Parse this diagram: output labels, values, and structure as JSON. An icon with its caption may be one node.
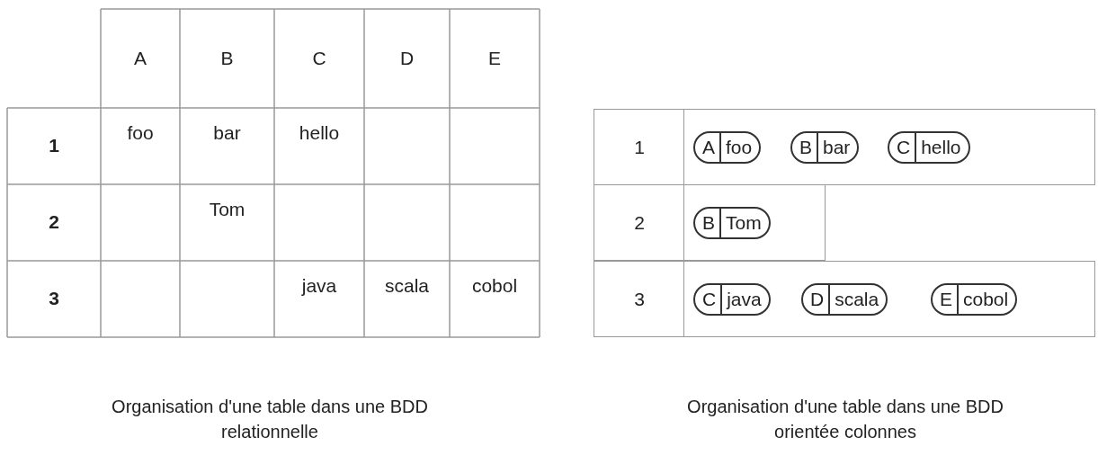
{
  "diagram": {
    "nodes": [
      {
        "text": [
          "1"
        ]
      },
      {
        "text": [
          "A",
          "foo"
        ],
        "in": 0
      },
      {
        "text": [
          "B",
          "bar"
        ],
        "in": 0
      },
      {
        "text": [
          "C",
          "hello"
        ],
        "in": 0
      },
      {
        "text": [
          "2"
        ]
      },
      {
        "text": [
          "B",
          "Tom"
        ],
        "in": 4
      },
      {
        "text": [
          "3"
        ]
      },
      {
        "text": [
          "C",
          "java"
        ],
        "in": 6
      },
      {
        "text": [
          "D",
          "scala"
        ],
        "in": 6
      },
      {
        "text": [
          "E",
          "cobol"
        ],
        "in": 6
      }
    ],
    "edges": [],
    "labels": [
      "A",
      "B",
      "C",
      "D",
      "E",
      "1",
      "foo",
      "bar",
      "hello",
      "2",
      "Tom",
      "3",
      "java",
      "scala",
      "cobol",
      "Organisation d'une table dans une BDD relationnelle",
      "Organisation d'une table dans une BDD orientée colonnes"
    ]
  }
}
